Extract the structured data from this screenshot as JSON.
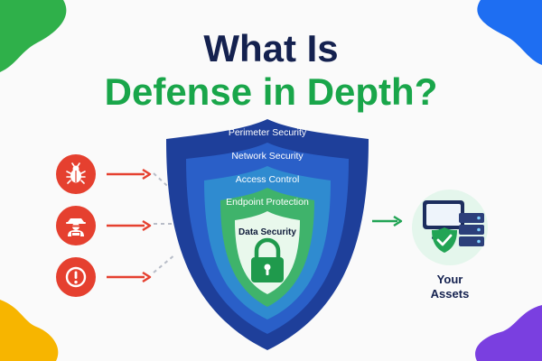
{
  "title": {
    "line1": "What Is",
    "line2": "Defense in Depth?"
  },
  "threats": [
    {
      "icon": "bug-icon"
    },
    {
      "icon": "hacker-icon"
    },
    {
      "icon": "alert-icon"
    }
  ],
  "layers": [
    {
      "label": "Perimeter Security",
      "color": "#1e3f9a"
    },
    {
      "label": "Network Security",
      "color": "#2a5fc8"
    },
    {
      "label": "Access Control",
      "color": "#2f8bd0"
    },
    {
      "label": "Endpoint Protection",
      "color": "#3fb36b"
    },
    {
      "label": "Data Security",
      "color": "#e9f8ec"
    }
  ],
  "assets": {
    "label_line1": "Your",
    "label_line2": "Assets",
    "icon": "server-monitor-icon"
  },
  "colors": {
    "threat": "#e5402f",
    "arrow": "#e5402f",
    "safe_arrow": "#22a455",
    "navy": "#14214f",
    "green": "#19a64a"
  }
}
